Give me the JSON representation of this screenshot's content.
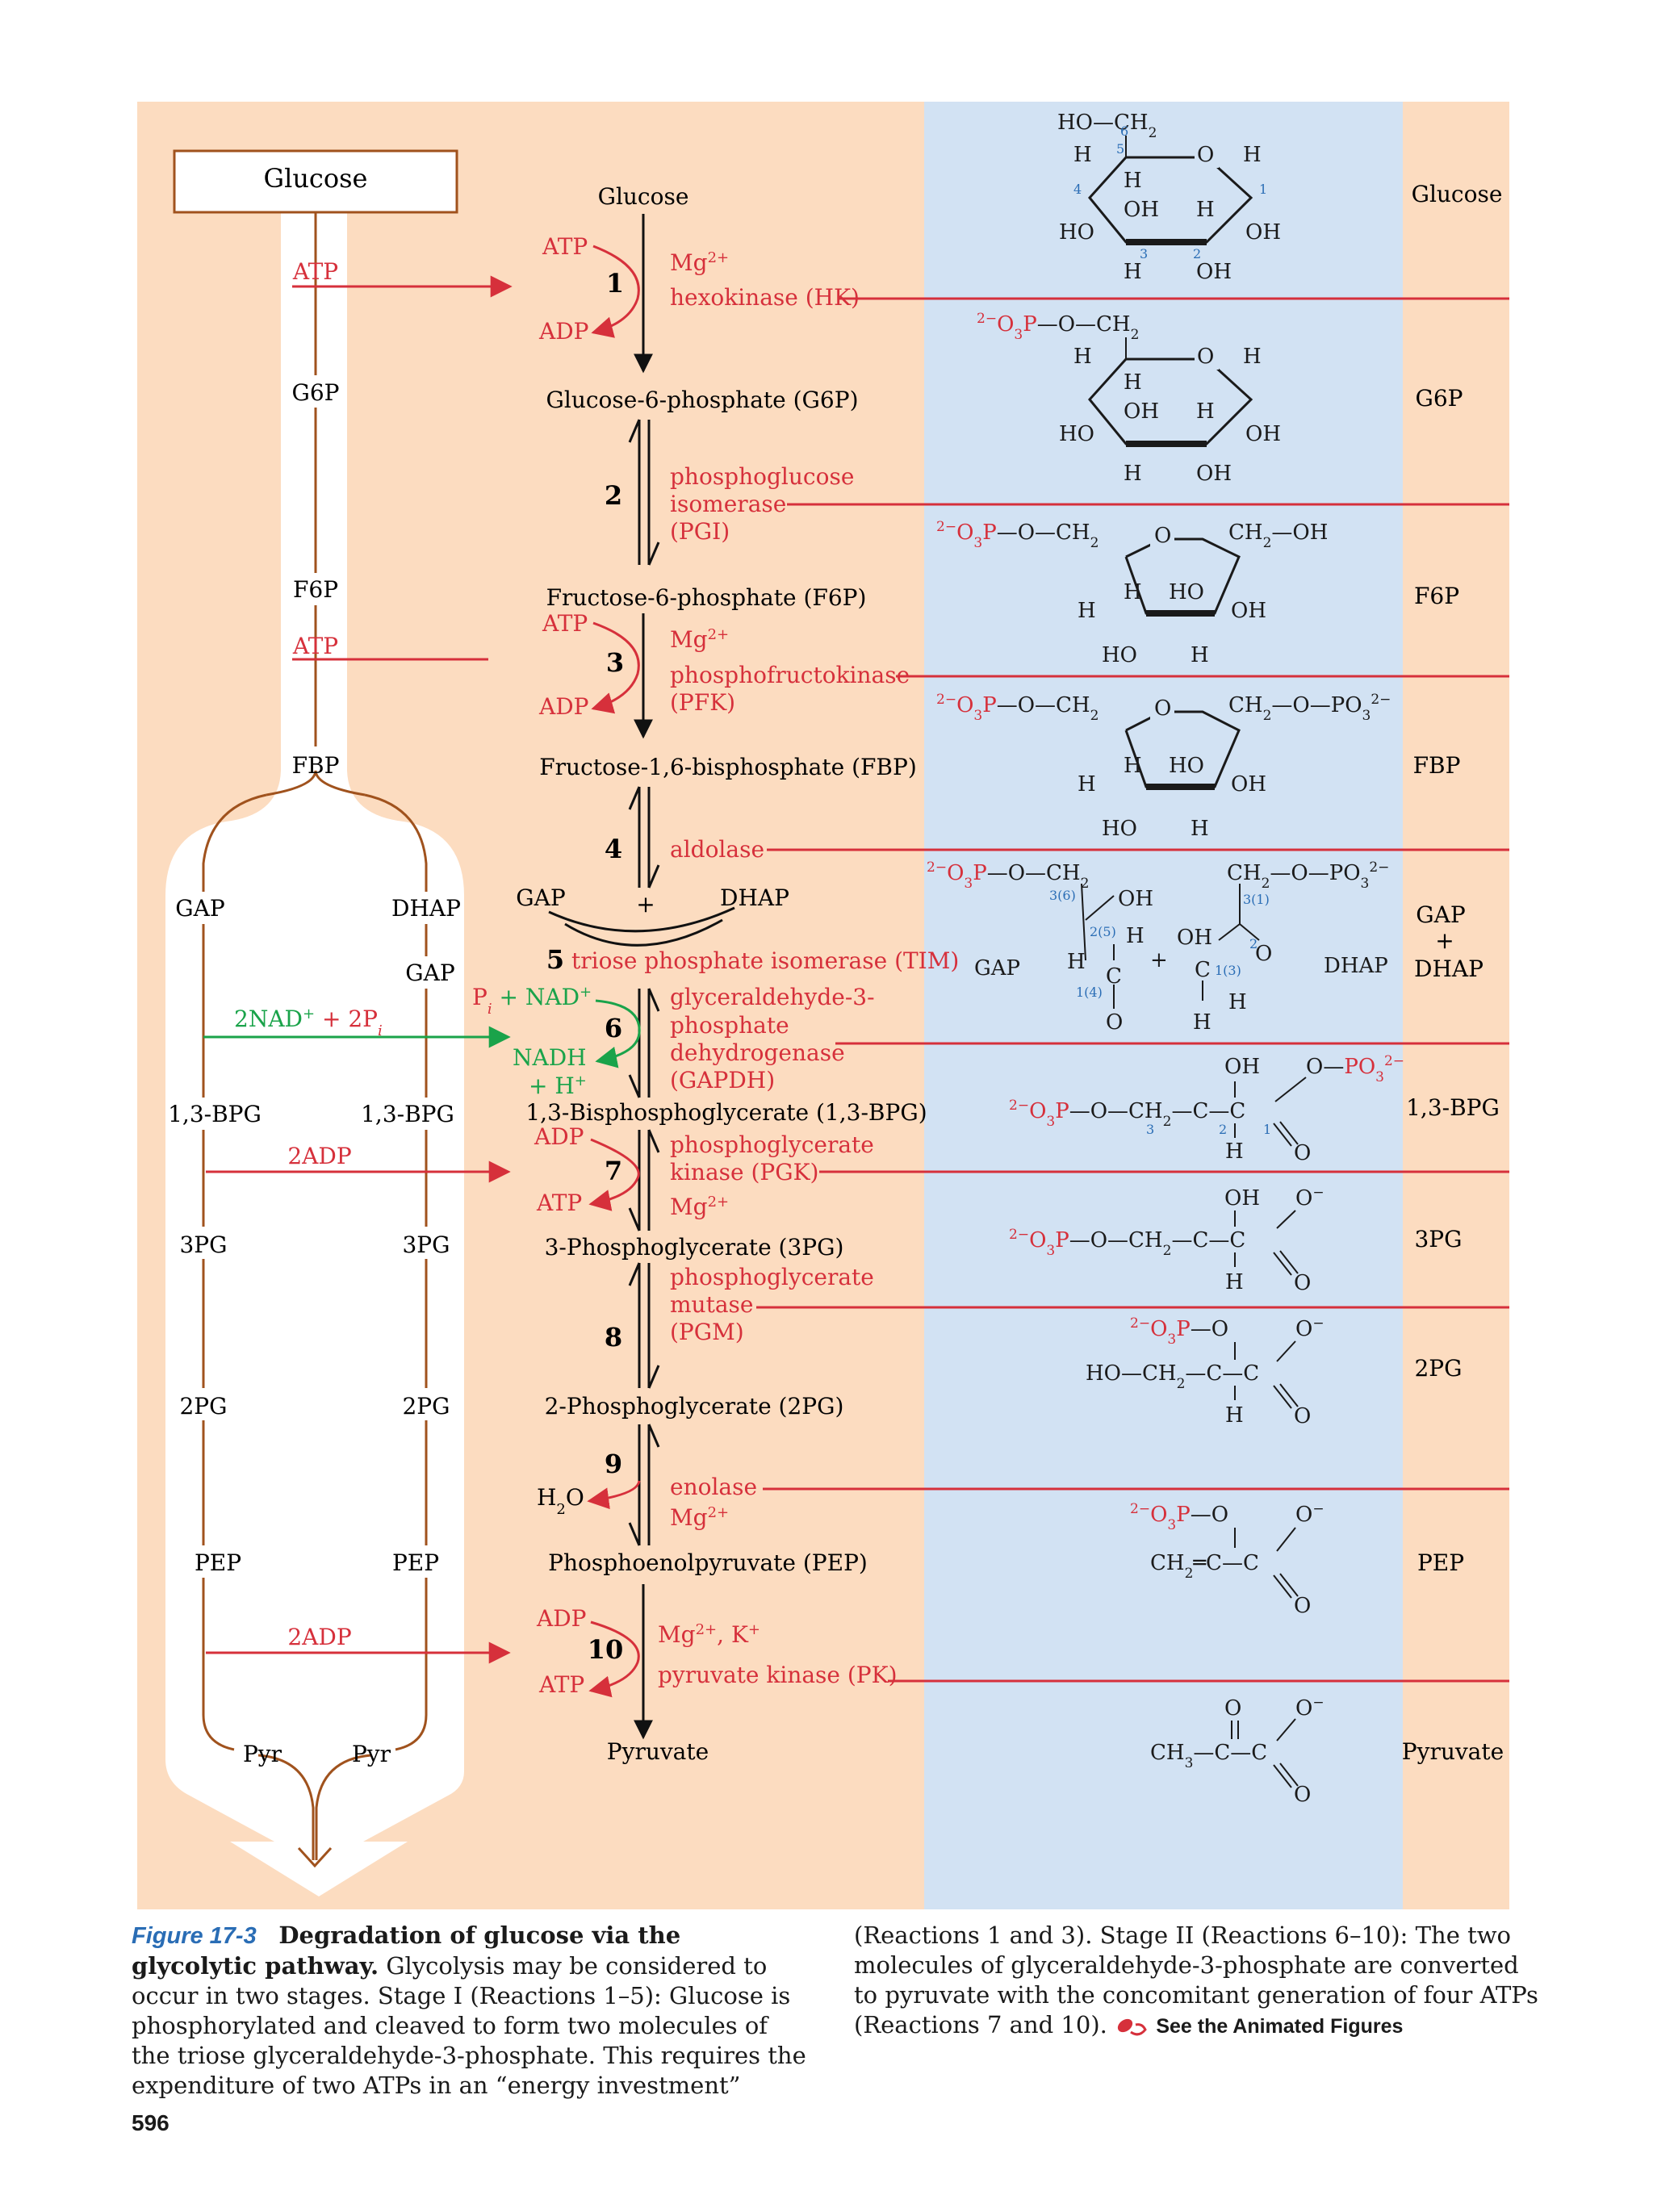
{
  "colors": {
    "peach": "#fcdcc0",
    "blue": "#d2e2f3",
    "red": "#d6303b",
    "brown": "#a0521d",
    "green": "#1aa34a",
    "ring_number_blue": "#2a6db5",
    "figure_label": "#2a6db5"
  },
  "left_panel": {
    "glucose_box": "Glucose",
    "labels": {
      "atp1": "ATP",
      "g6p": "G6P",
      "f6p": "F6P",
      "atp2": "ATP",
      "fbp": "FBP",
      "gap": "GAP",
      "dhap": "DHAP",
      "gap2": "GAP",
      "nad_coeff": "2NAD",
      "nad_sup": "+",
      "nad_plus": " + 2P",
      "nad_sub": "i",
      "bpg_left": "1,3-BPG",
      "bpg_right": "1,3-BPG",
      "adp2_a": "2ADP",
      "pg3_left": "3PG",
      "pg3_right": "3PG",
      "pg2_left": "2PG",
      "pg2_right": "2PG",
      "pep_left": "PEP",
      "pep_right": "PEP",
      "adp2_b": "2ADP",
      "pyr_left": "Pyr",
      "pyr_right": "Pyr"
    }
  },
  "pathway": {
    "glucose": "Glucose",
    "r1": {
      "num": "1",
      "atp": "ATP",
      "adp": "ADP",
      "mg": "Mg",
      "mg_sup": "2+",
      "enzyme": "hexokinase (HK)"
    },
    "g6p": "Glucose-6-phosphate (G6P)",
    "r2": {
      "num": "2",
      "enzyme1": "phosphoglucose",
      "enzyme2": "isomerase",
      "enzyme3": "(PGI)"
    },
    "f6p": "Fructose-6-phosphate (F6P)",
    "r3": {
      "num": "3",
      "atp": "ATP",
      "adp": "ADP",
      "mg": "Mg",
      "mg_sup": "2+",
      "enzyme1": "phosphofructokinase",
      "enzyme2": "(PFK)"
    },
    "fbp": "Fructose-1,6-bisphosphate (FBP)",
    "r4": {
      "num": "4",
      "enzyme": "aldolase"
    },
    "gap": "GAP",
    "plus": "+",
    "dhap": "DHAP",
    "r5": {
      "num": "5",
      "enzyme": "triose phosphate isomerase (TIM)"
    },
    "r6": {
      "num": "6",
      "pi": "P",
      "pi_sub": "i",
      "nad_plus": " + NAD",
      "nad_sup": "+",
      "nadh": "NADH",
      "h": "+ H",
      "h_sup": "+",
      "enzyme1": "glyceraldehyde-3-",
      "enzyme2": "phosphate",
      "enzyme3": "dehydrogenase",
      "enzyme4": "(GAPDH)"
    },
    "bpg": "1,3-Bisphosphoglycerate (1,3-BPG)",
    "r7": {
      "num": "7",
      "adp": "ADP",
      "atp": "ATP",
      "mg": "Mg",
      "mg_sup": "2+",
      "enzyme1": "phosphoglycerate",
      "enzyme2": "kinase (PGK)"
    },
    "pg3": "3-Phosphoglycerate (3PG)",
    "r8": {
      "num": "8",
      "enzyme1": "phosphoglycerate",
      "enzyme2": "mutase",
      "enzyme3": "(PGM)"
    },
    "pg2": "2-Phosphoglycerate (2PG)",
    "r9": {
      "num": "9",
      "h2o": "H",
      "h2o_sub": "2",
      "h2o_o": "O",
      "enzyme": "enolase",
      "mg": "Mg",
      "mg_sup": "2+"
    },
    "pep": "Phosphoenolpyruvate (PEP)",
    "r10": {
      "num": "10",
      "adp": "ADP",
      "atp": "ATP",
      "mg": "Mg",
      "mg_sup": "2+",
      "k": ", K",
      "k_sup": "+",
      "enzyme": "pyruvate kinase (PK)"
    },
    "pyruvate": "Pyruvate"
  },
  "structures": {
    "glucose": {
      "top": "HO",
      "ch": "CH",
      "ch_sub": "2",
      "o": "O",
      "h": "H",
      "oh": "OH",
      "ho": "HO",
      "n6": "6",
      "n5": "5",
      "n4": "4",
      "n3": "3",
      "n2": "2",
      "n1": "1"
    },
    "g6p": {
      "po": "O",
      "po_p": "P",
      "po_sup": "2−",
      "po_sub": "3",
      "o_ch": "—O—CH",
      "ch_sub": "2",
      "o": "O",
      "h": "H",
      "oh": "OH",
      "ho": "HO"
    },
    "f6p": {
      "ch2oh": "CH",
      "ch2oh_sub": "2",
      "ch2oh_oh": "—OH",
      "h": "H",
      "ho": "HO",
      "oh": "OH"
    },
    "fbp": {
      "ch2opo3": "CH",
      "po3": "—O—PO",
      "po3_sub": "3",
      "po3_sup": "2−",
      "h": "H",
      "ho": "HO",
      "oh": "OH"
    },
    "gap_dhap": {
      "gap": "GAP",
      "dhap": "DHAP",
      "oh": "OH",
      "h": "H",
      "o": "O",
      "c": "C",
      "n36": "3(6)",
      "n25": "2(5)",
      "n14": "1(4)",
      "n31": "3(1)",
      "n23": "2",
      "n13": "1(3)"
    },
    "bpg": {
      "oh": "OH",
      "h": "H",
      "o": "O",
      "c": "C",
      "chain": "—O—CH",
      "n3": "3",
      "n2": "2",
      "n1": "1"
    },
    "pg3": {
      "oh": "OH",
      "o_minus": "O",
      "minus": "−",
      "h": "H",
      "o": "O"
    },
    "pg2": {
      "ho": "HO—CH",
      "h": "H",
      "o": "O"
    },
    "pep": {
      "ch2": "CH",
      "o": "O"
    },
    "pyruvate": {
      "ch3": "CH",
      "ch3_sub": "3",
      "o": "O"
    }
  },
  "right_labels": {
    "glucose": "Glucose",
    "g6p": "G6P",
    "f6p": "F6P",
    "fbp": "FBP",
    "gap": "GAP",
    "plus": "+",
    "dhap": "DHAP",
    "bpg": "1,3-BPG",
    "pg3": "3PG",
    "pg2": "2PG",
    "pep": "PEP",
    "pyruvate": "Pyruvate"
  },
  "caption": {
    "figure_label": "Figure 17-3",
    "title": "Degradation of glucose via the glycolytic pathway.",
    "left_body": "Glycolysis may be considered to occur in two stages. Stage I (Reactions 1–5): Glucose is phosphorylated and cleaved to form two molecules of the triose glyceraldehyde-3-phosphate. This requires the expenditure of two ATPs in an “energy investment”",
    "right_body": "(Reactions 1 and 3). Stage II (Reactions 6–10): The two molecules of glyceraldehyde-3-phosphate are converted to pyruvate with the concomitant generation of four ATPs (Reactions 7 and 10).",
    "animated": "See the Animated Figures"
  },
  "page_number": "596"
}
